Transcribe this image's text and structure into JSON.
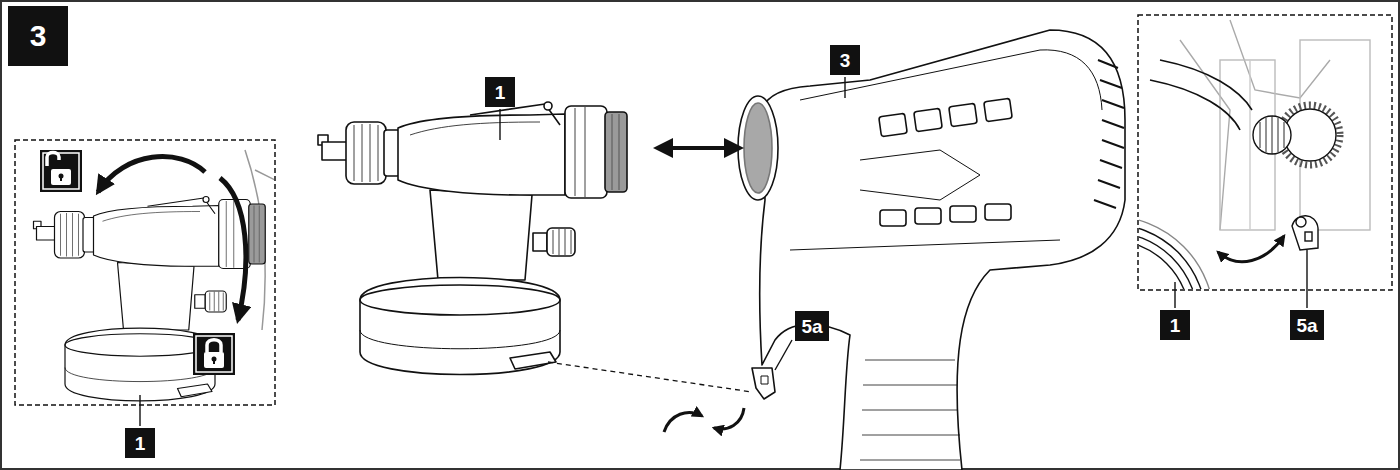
{
  "diagram": {
    "title": "3",
    "labels": [
      "1",
      "1",
      "3",
      "5a",
      "1",
      "5a"
    ]
  }
}
